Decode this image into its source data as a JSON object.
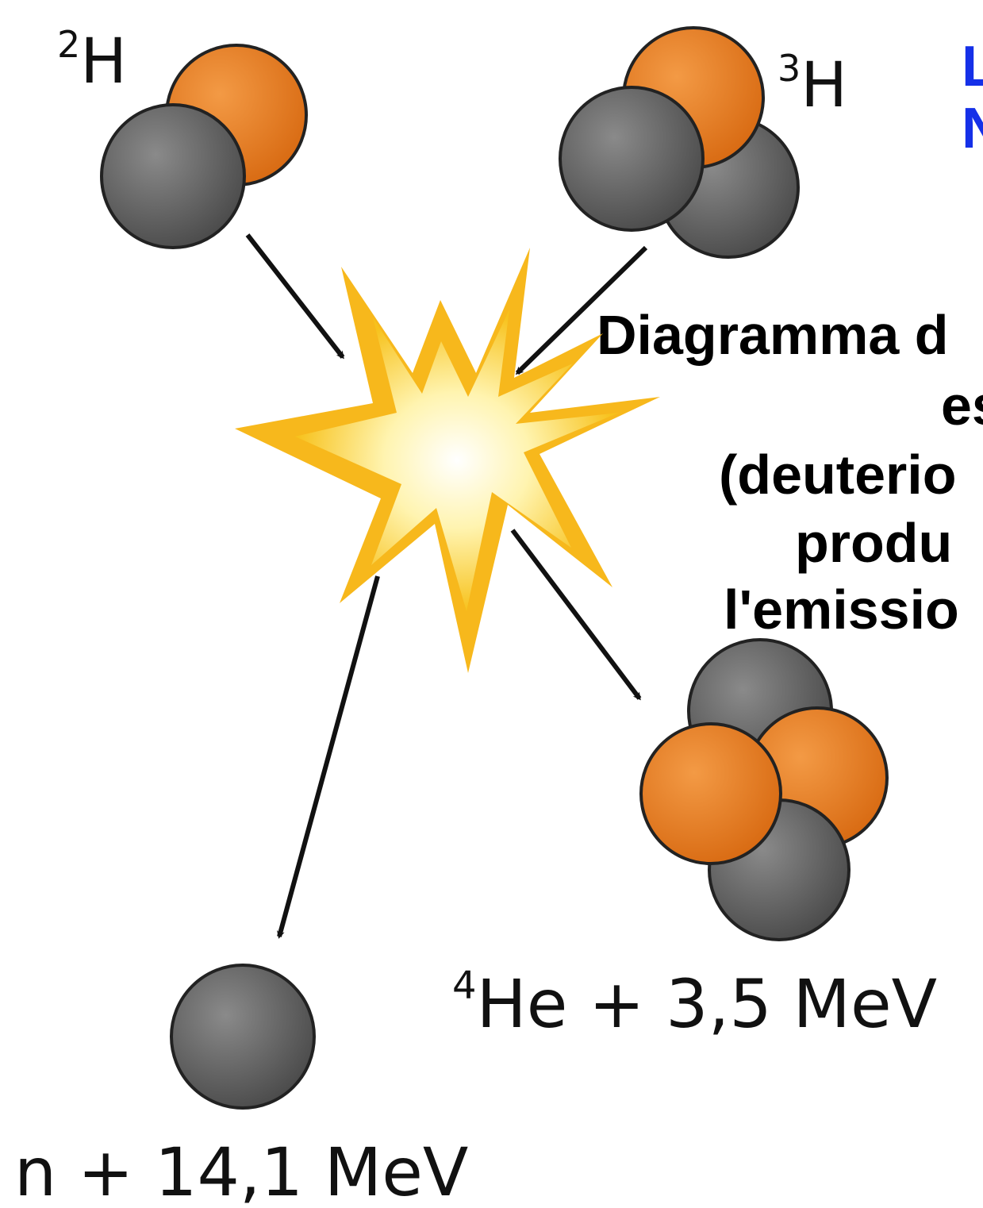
{
  "colors": {
    "neutron": "#5a5a5a",
    "proton": "#e0791e",
    "flash_outer": "#f7b81c",
    "flash_inner": "#fff7c8",
    "arrow": "#111111",
    "heading": "#1530e8"
  },
  "labels": {
    "deuterium": {
      "mass": "2",
      "symbol": "H"
    },
    "tritium": {
      "mass": "3",
      "symbol": "H"
    },
    "helium": {
      "mass": "4",
      "text": "He + 3,5 MeV"
    },
    "neutron": "n + 14,1 MeV"
  },
  "heading": {
    "line1": "L",
    "line2": "N"
  },
  "caption": {
    "lines": [
      "Diagramma d",
      "es",
      "(deuterio",
      "produ",
      "l'emissio"
    ]
  }
}
